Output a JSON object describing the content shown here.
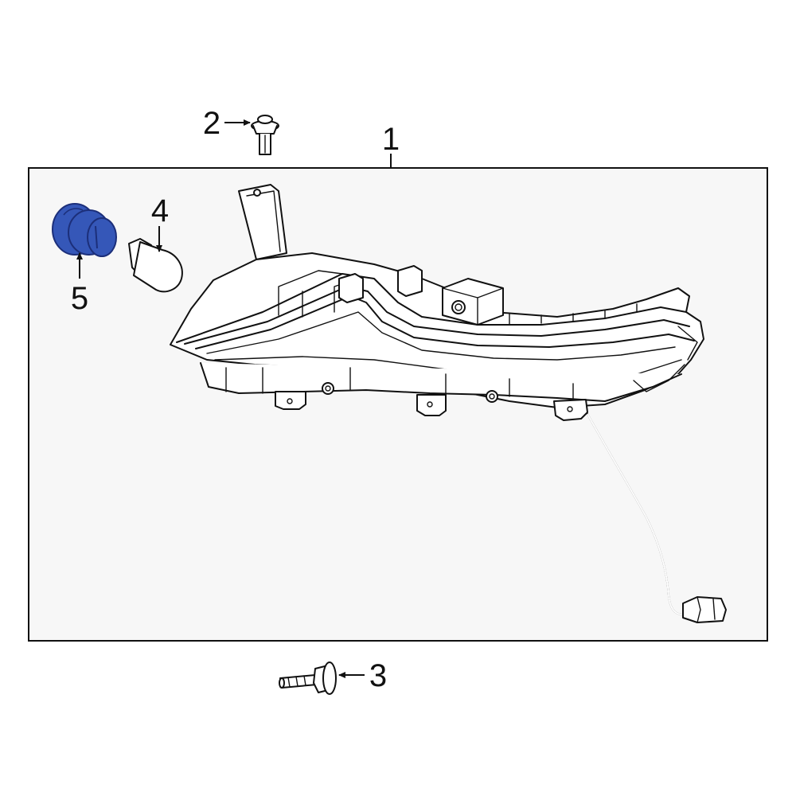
{
  "callouts": [
    {
      "number": "1"
    },
    {
      "number": "2"
    },
    {
      "number": "3"
    },
    {
      "number": "4"
    },
    {
      "number": "5"
    }
  ],
  "colors": {
    "panel_fill": "#f7f7f7",
    "line": "#111111",
    "highlight_part": "#3557b8",
    "highlight_part_dark": "#1c2f7a"
  },
  "highlighted_part": "5"
}
